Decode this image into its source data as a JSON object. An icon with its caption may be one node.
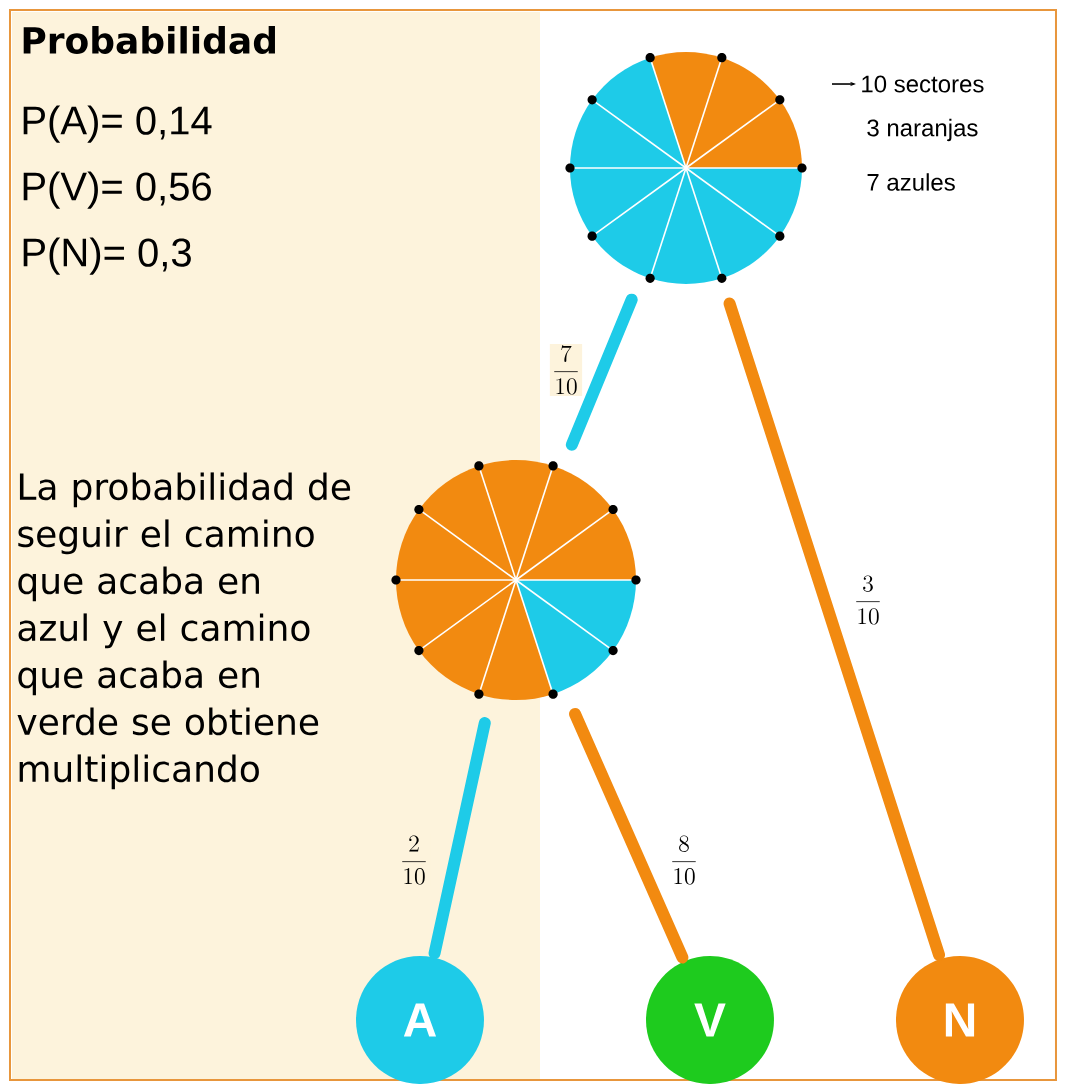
{
  "diagram": {
    "title": "Probabilidad",
    "nodes": [
      {
        "text": [],
        "shape": "circle"
      },
      {
        "text": [],
        "shape": "circle"
      },
      {
        "text": [
          "A"
        ]
      },
      {
        "text": [
          "V"
        ]
      },
      {
        "text": [
          "N"
        ]
      }
    ],
    "edges": [
      {
        "from": 0,
        "to": 1,
        "arrow": "none",
        "label": "\\frac{7}{10}",
        "color": "#1ecbe8"
      },
      {
        "from": 0,
        "to": 4,
        "arrow": "none",
        "label": "\\frac{3}{10}",
        "color": "#f28a10"
      },
      {
        "from": 1,
        "to": 2,
        "arrow": "none",
        "label": "\\frac{2}{10}",
        "color": "#1ecbe8"
      },
      {
        "from": 1,
        "to": 3,
        "arrow": "none",
        "label": "\\frac{8}{10}",
        "color": "#f28a10"
      }
    ],
    "labels": [
      "P(A)= 0,14",
      "P(V)= 0,56",
      "P(N)= 0,3",
      "10 sectores",
      "3 naranjas",
      "7 azules",
      "La probabilidad de seguir el camino que acaba en azul y el camino que acaba en verde se obtiene multiplicando"
    ]
  }
}
